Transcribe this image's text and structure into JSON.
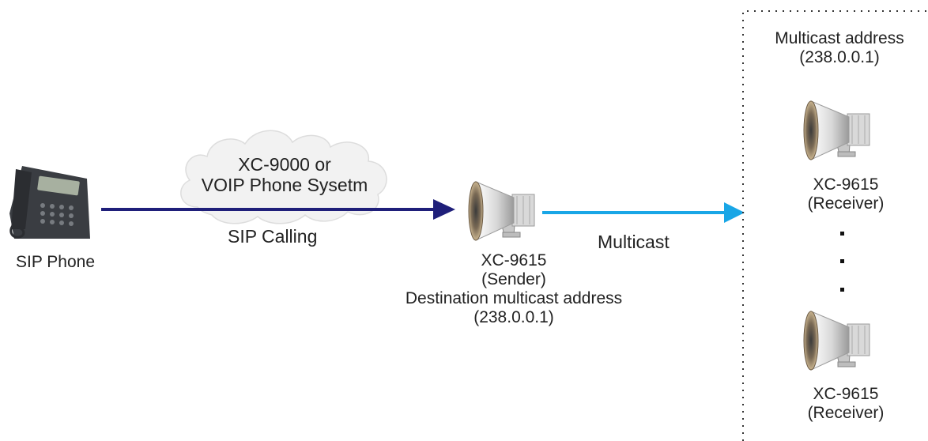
{
  "sip_phone": {
    "label": "SIP Phone"
  },
  "cloud": {
    "line1": "XC-9000  or",
    "line2": "VOIP Phone Sysetm"
  },
  "sip_calling": {
    "label": "SIP Calling"
  },
  "sender": {
    "model": "XC-9615",
    "role": "(Sender)",
    "dest_label": "Destination multicast address",
    "dest_address": "(238.0.0.1)"
  },
  "multicast": {
    "label": "Multicast"
  },
  "multicast_group": {
    "title": "Multicast address",
    "address": "(238.0.0.1)",
    "receivers": [
      {
        "model": "XC-9615",
        "role": "(Receiver)"
      },
      {
        "model": "XC-9615",
        "role": "(Receiver)"
      }
    ]
  },
  "colors": {
    "sip_arrow": "#1f1f7a",
    "multicast_arrow": "#19a6e6",
    "cloud_fill": "#f2f2f2",
    "cloud_stroke": "#dddddd"
  }
}
